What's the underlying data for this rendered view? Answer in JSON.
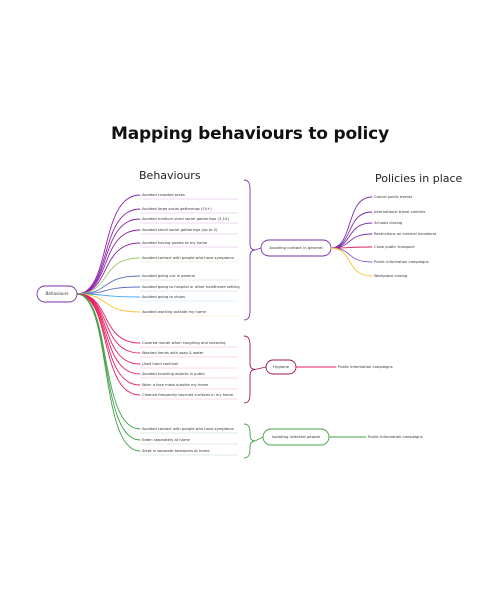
{
  "title": "Mapping behaviours to policy",
  "headings": {
    "behaviours": "Behaviours",
    "policies": "Policies in place"
  },
  "root": {
    "label": "Behaviours",
    "color": "#7b2fa8"
  },
  "groups": [
    {
      "id": "contact",
      "label": "Avoiding contact in general",
      "color": "#7b2fa8",
      "behaviours": [
        {
          "label": "Avoided crowded areas",
          "color": "#8e24aa"
        },
        {
          "label": "Avoided large social gatherings (10+)",
          "color": "#8e24aa"
        },
        {
          "label": "Avoided medium sized social gatherings (3-10)",
          "color": "#8e24aa"
        },
        {
          "label": "Avoided small social gatherings (up to 2)",
          "color": "#8e24aa"
        },
        {
          "label": "Avoided having guests to my home",
          "color": "#8e24aa"
        },
        {
          "label": "Avoided contact with people who have symptoms",
          "color": "#9ccc65"
        },
        {
          "label": "Avoided going out in general",
          "color": "#5c6bc0"
        },
        {
          "label": "Avoided going to hospital or other healthcare setting",
          "color": "#5c6bc0"
        },
        {
          "label": "Avoided going to shops",
          "color": "#42a5f5"
        },
        {
          "label": "Avoided working outside my home",
          "color": "#fbc02d"
        }
      ],
      "policies": [
        {
          "label": "Cancel public events",
          "color": "#7b2fa8"
        },
        {
          "label": "International travel controls",
          "color": "#7b2fa8"
        },
        {
          "label": "Schools closing",
          "color": "#7b2fa8"
        },
        {
          "label": "Restrictions on internal movelemt",
          "color": "#7b2fa8"
        },
        {
          "label": "Close public transport",
          "color": "#d81b60"
        },
        {
          "label": "Public information campaigns",
          "color": "#7e57c2"
        },
        {
          "label": "Workplace closing",
          "color": "#fbc02d"
        }
      ]
    },
    {
      "id": "hygiene",
      "label": "Hygiene",
      "color": "#a0145a",
      "behaviours": [
        {
          "label": "Covered mouth when coughing and sneezing",
          "color": "#e91e63"
        },
        {
          "label": "Washed hands with soap & water",
          "color": "#e91e63"
        },
        {
          "label": "Used hand sanitiser",
          "color": "#e91e63"
        },
        {
          "label": "Avoided touching objects in public",
          "color": "#e91e63"
        },
        {
          "label": "Worn a face mask outside my home",
          "color": "#e91e63"
        },
        {
          "label": "Cleaned frequently touched surfaces in my home",
          "color": "#e91e63"
        }
      ],
      "policies": [
        {
          "label": "Public information campaigns",
          "color": "#e91e63"
        }
      ]
    },
    {
      "id": "isolating",
      "label": "Isolating infected people",
      "color": "#43a047",
      "behaviours": [
        {
          "label": "Avoided contact with people who have symptoms",
          "color": "#43a047"
        },
        {
          "label": "Eaten separately at home",
          "color": "#43a047"
        },
        {
          "label": "Slept in separate bedrooms at home",
          "color": "#43a047"
        }
      ],
      "policies": [
        {
          "label": "Public information campaigns",
          "color": "#43a047"
        }
      ]
    }
  ]
}
